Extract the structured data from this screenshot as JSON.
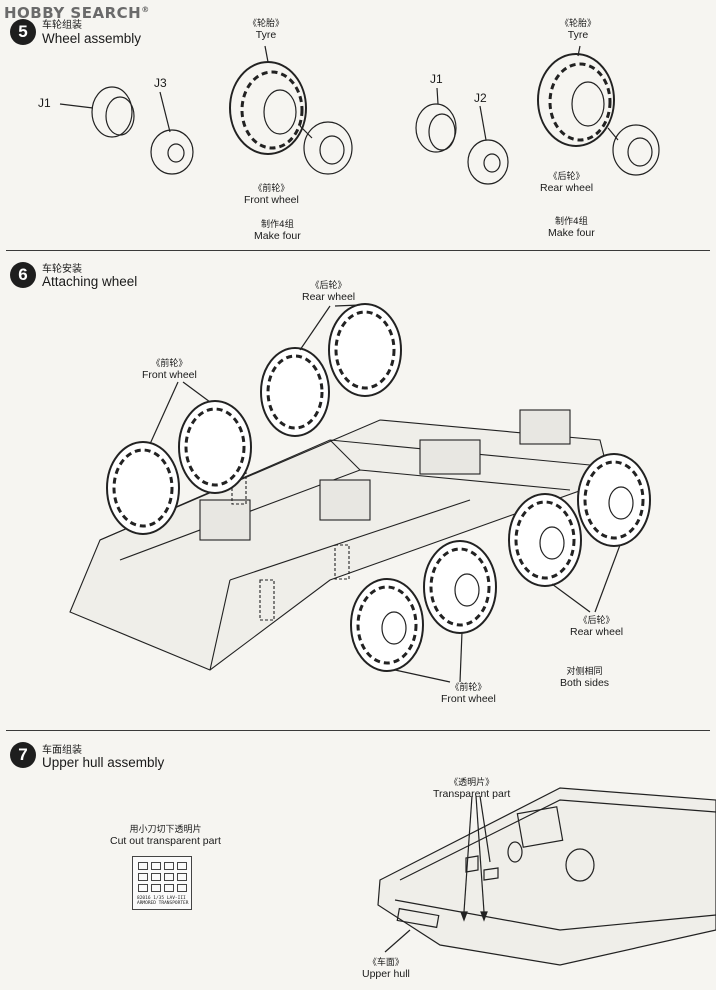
{
  "watermark": "HOBBY SEARCH",
  "steps": [
    {
      "number": "5",
      "title_zh": "车轮组装",
      "title_en": "Wheel assembly"
    },
    {
      "number": "6",
      "title_zh": "车轮安装",
      "title_en": "Attaching wheel"
    },
    {
      "number": "7",
      "title_zh": "车面组装",
      "title_en": "Upper hull assembly"
    }
  ],
  "step5": {
    "front": {
      "part_a": "J1",
      "part_b": "J3",
      "tyre_zh": "《轮胎》",
      "tyre_en": "Tyre",
      "wheel_zh": "《前轮》",
      "wheel_en": "Front wheel",
      "qty_zh": "制作4组",
      "qty_en": "Make four"
    },
    "rear": {
      "part_a": "J1",
      "part_b": "J2",
      "tyre_zh": "《轮胎》",
      "tyre_en": "Tyre",
      "wheel_zh": "《后轮》",
      "wheel_en": "Rear wheel",
      "qty_zh": "制作4组",
      "qty_en": "Make four"
    }
  },
  "step6": {
    "rear_top_zh": "《后轮》",
    "rear_top_en": "Rear wheel",
    "front_left_zh": "《前轮》",
    "front_left_en": "Front wheel",
    "rear_right_zh": "《后轮》",
    "rear_right_en": "Rear wheel",
    "both_zh": "对侧相同",
    "both_en": "Both sides",
    "front_bottom_zh": "《前轮》",
    "front_bottom_en": "Front wheel"
  },
  "step7": {
    "cut_zh": "用小刀切下透明片",
    "cut_en": "Cut out transparent part",
    "sheet_code_1": "82016  1/35  LAV-III",
    "sheet_code_2": "ARMORED TRANSPORTER",
    "transparent_zh": "《透明片》",
    "transparent_en": "Transparent part",
    "hull_zh": "《车面》",
    "hull_en": "Upper hull"
  }
}
